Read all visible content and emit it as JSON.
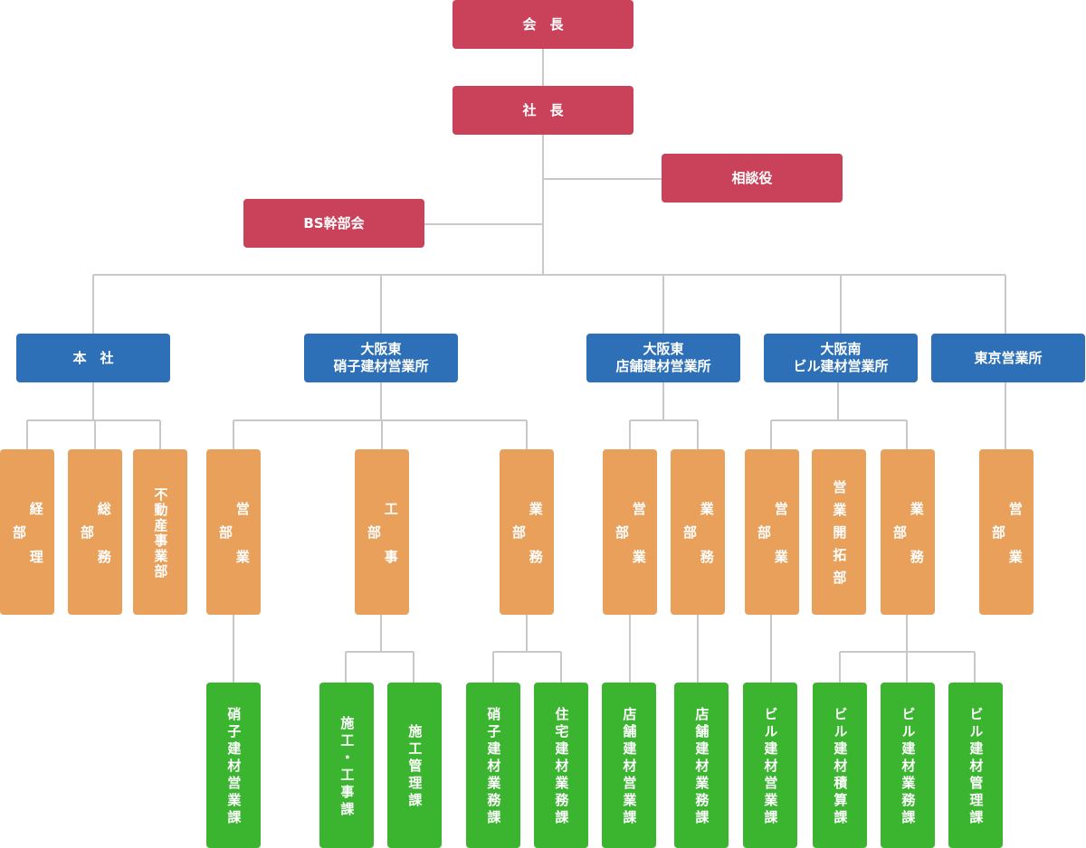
{
  "top": {
    "chairman": "会　長",
    "president": "社　長",
    "advisor": "相談役",
    "bs_committee": "BS幹部会"
  },
  "branches": {
    "honsha": "本　社",
    "glass_line1": "大阪東",
    "glass_line2": "硝子建材営業所",
    "store_line1": "大阪東",
    "store_line2": "店舗建材営業所",
    "south_line1": "大阪南",
    "south_line2": "ビル建材営業所",
    "tokyo": "東京営業所"
  },
  "departments": {
    "accounting": "経理部",
    "general_affairs": "総務部",
    "real_estate": "不動産事業部",
    "glass_sales": "営業部",
    "glass_construction": "工事部",
    "glass_business": "業務部",
    "store_sales": "営業部",
    "store_business": "業務部",
    "south_sales": "営業部",
    "south_development": "営業開拓部",
    "south_business": "業務部",
    "tokyo_sales": "営業部"
  },
  "sections": {
    "glass_sales_sec": "硝子建材営業課",
    "construction_work": "施工・工事課",
    "construction_mgmt": "施工管理課",
    "glass_business_sec": "硝子建材業務課",
    "housing_business_sec": "住宅建材業務課",
    "store_sales_sec": "店舗建材営業課",
    "store_business_sec": "店舗建材業務課",
    "bldg_sales_sec": "ビル建材営業課",
    "bldg_estimate_sec": "ビル建材積算課",
    "bldg_business_sec": "ビル建材業務課",
    "bldg_mgmt_sec": "ビル建材管理課"
  },
  "colors": {
    "executive": "#c9425a",
    "branch": "#2e70b8",
    "department": "#e9a05a",
    "section": "#3bb430",
    "connector": "#c8c8c8"
  }
}
